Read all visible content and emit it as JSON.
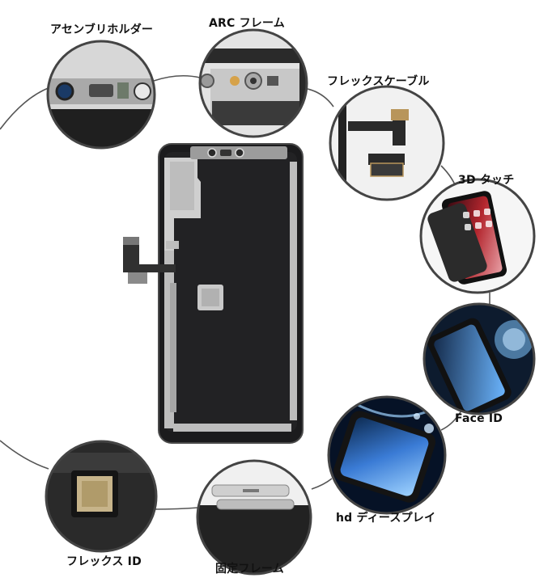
{
  "labels": {
    "assembly_holder": "アセンブリホルダー",
    "arc_frame": "ARC フレーム",
    "flex_cable": "フレックスケーブル",
    "touch_3d": "3D タッチ",
    "face_id": "Face ID",
    "hd_display": "hd ディースプレイ",
    "flex_id": "フレックス ID",
    "fixed_frame": "固定フレーム"
  },
  "colors": {
    "panel_black": "#1b1b1d",
    "frame_silver": "#c9c9c9",
    "callout_line": "#555555",
    "lens_rim": "#444444",
    "flex_cable": "#2a2a2a",
    "connector_gold": "#b8955a",
    "screen_blue": "#3a7bd5",
    "screen_red": "#b3262e"
  }
}
